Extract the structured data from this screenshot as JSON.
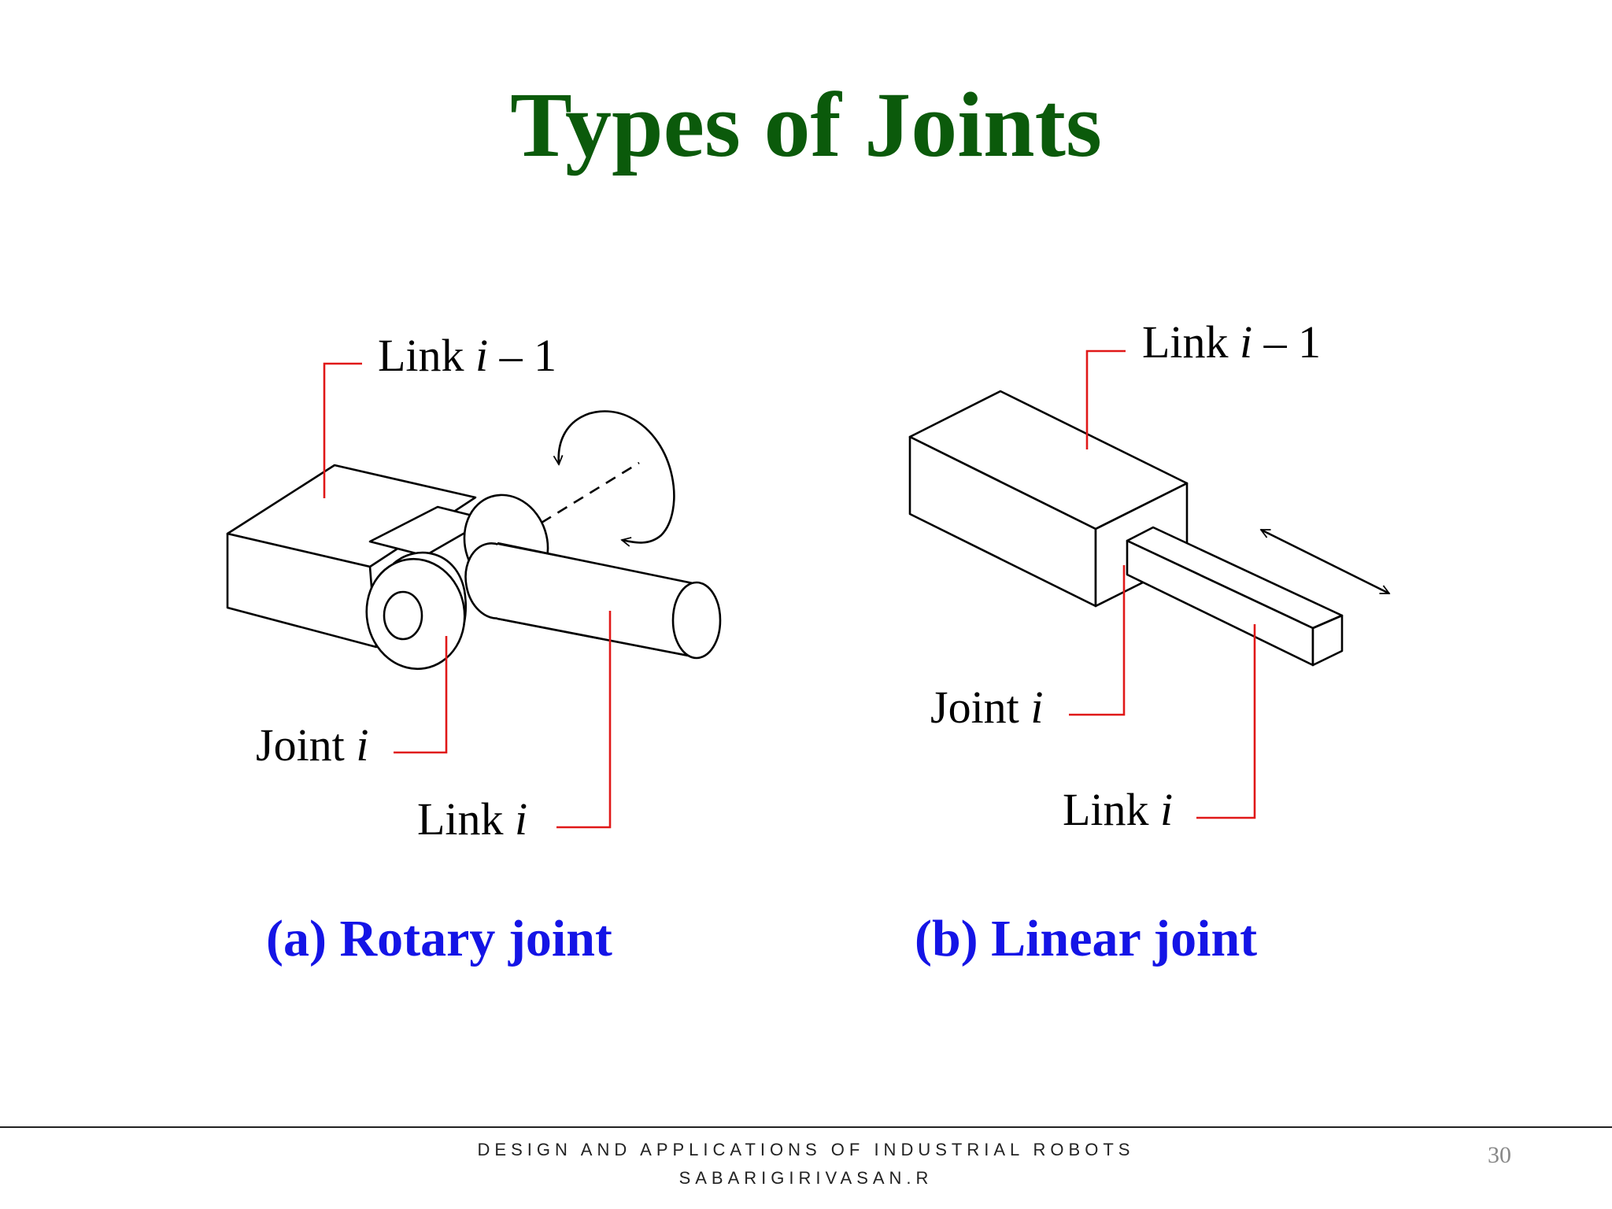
{
  "title": "Types of Joints",
  "rotary": {
    "link_prev_text": "Link ",
    "link_prev_var": "i",
    "link_prev_suffix": " – 1",
    "joint_text": "Joint ",
    "joint_var": "i",
    "link_text": "Link ",
    "link_var": "i",
    "caption": "(a) Rotary joint"
  },
  "linear": {
    "link_prev_text": "Link ",
    "link_prev_var": "i",
    "link_prev_suffix": " – 1",
    "joint_text": "Joint ",
    "joint_var": "i",
    "link_text": "Link ",
    "link_var": "i",
    "caption": "(b) Linear joint"
  },
  "footer": {
    "line1": "DESIGN AND APPLICATIONS OF INDUSTRIAL ROBOTS",
    "line2": "SABARIGIRIVASAN.R",
    "page_number": "30"
  },
  "colors": {
    "title": "#0b5a0b",
    "caption": "#1414e6",
    "leader": "#e01818"
  }
}
